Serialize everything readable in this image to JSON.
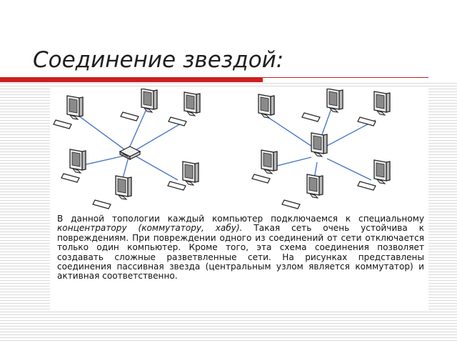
{
  "slide": {
    "title": "Соединение звездой:",
    "colors": {
      "accent": "#cc1f1f",
      "link": "#4a78c8",
      "background_lines": "#d9d9d9"
    }
  },
  "diagrams": [
    {
      "kind": "passive-star",
      "center_icon": "hub-icon",
      "node_icon": "computer-icon",
      "node_count": 6
    },
    {
      "kind": "active-star",
      "center_icon": "computer-icon",
      "node_icon": "computer-icon",
      "node_count": 6
    }
  ],
  "paragraph": {
    "part1": "В данной топологии каждый компьютер подключаемся к специальному ",
    "part2_italic": "концентратору (коммутатору, хабу).",
    "part3": " Такая сеть очень устойчива к повреждениям. При повреждении одного из соединений от сети отключается только один компьютер. Кроме того, эта схема соединения позволяет создавать сложные разветвленные сети. На рисунках представлены соединения пассивная звезда (центральным узлом является коммутатор) и активная соответственно."
  }
}
